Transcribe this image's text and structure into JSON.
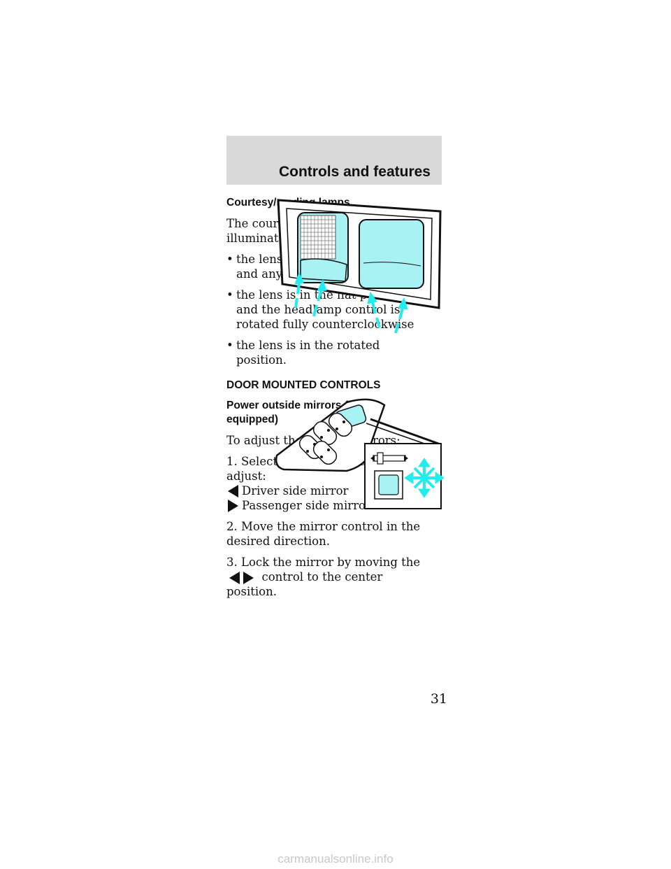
{
  "header": {
    "title": "Controls and features"
  },
  "courtesy": {
    "heading": "Courtesy/reading lamps",
    "intro": "The courtesy/reading lamps will illuminate when:",
    "bullets": [
      {
        "line1": "the lens is in the flat position",
        "line2": "and any door is open"
      },
      {
        "line1": "the lens is in the flat position",
        "line2": "and the headlamp control is",
        "line3": "rotated fully counterclockwise"
      },
      {
        "line1": "the lens is in the rotated",
        "line2": "position."
      }
    ]
  },
  "door": {
    "heading": "DOOR MOUNTED CONTROLS",
    "sub_line1": "Power outside mirrors (if",
    "sub_line2": "equipped)",
    "intro": "To adjust the outside mirrors:",
    "step1_line1": "1. Select the mirror you want to",
    "step1_line2": "adjust:",
    "driver": "Driver side mirror",
    "passenger": "Passenger side mirror",
    "step2_line1": "2. Move the mirror control in the",
    "step2_line2": "desired direction.",
    "step3_line1": "3. Lock the mirror by moving the",
    "step3_line2": "control to the center",
    "step3_line3": "position."
  },
  "page_number": "31",
  "watermark": "carmanualsonline.info",
  "colors": {
    "accent": "#a9f2f4",
    "arrow": "#22ecee",
    "header_bg": "#d9d9d9"
  }
}
